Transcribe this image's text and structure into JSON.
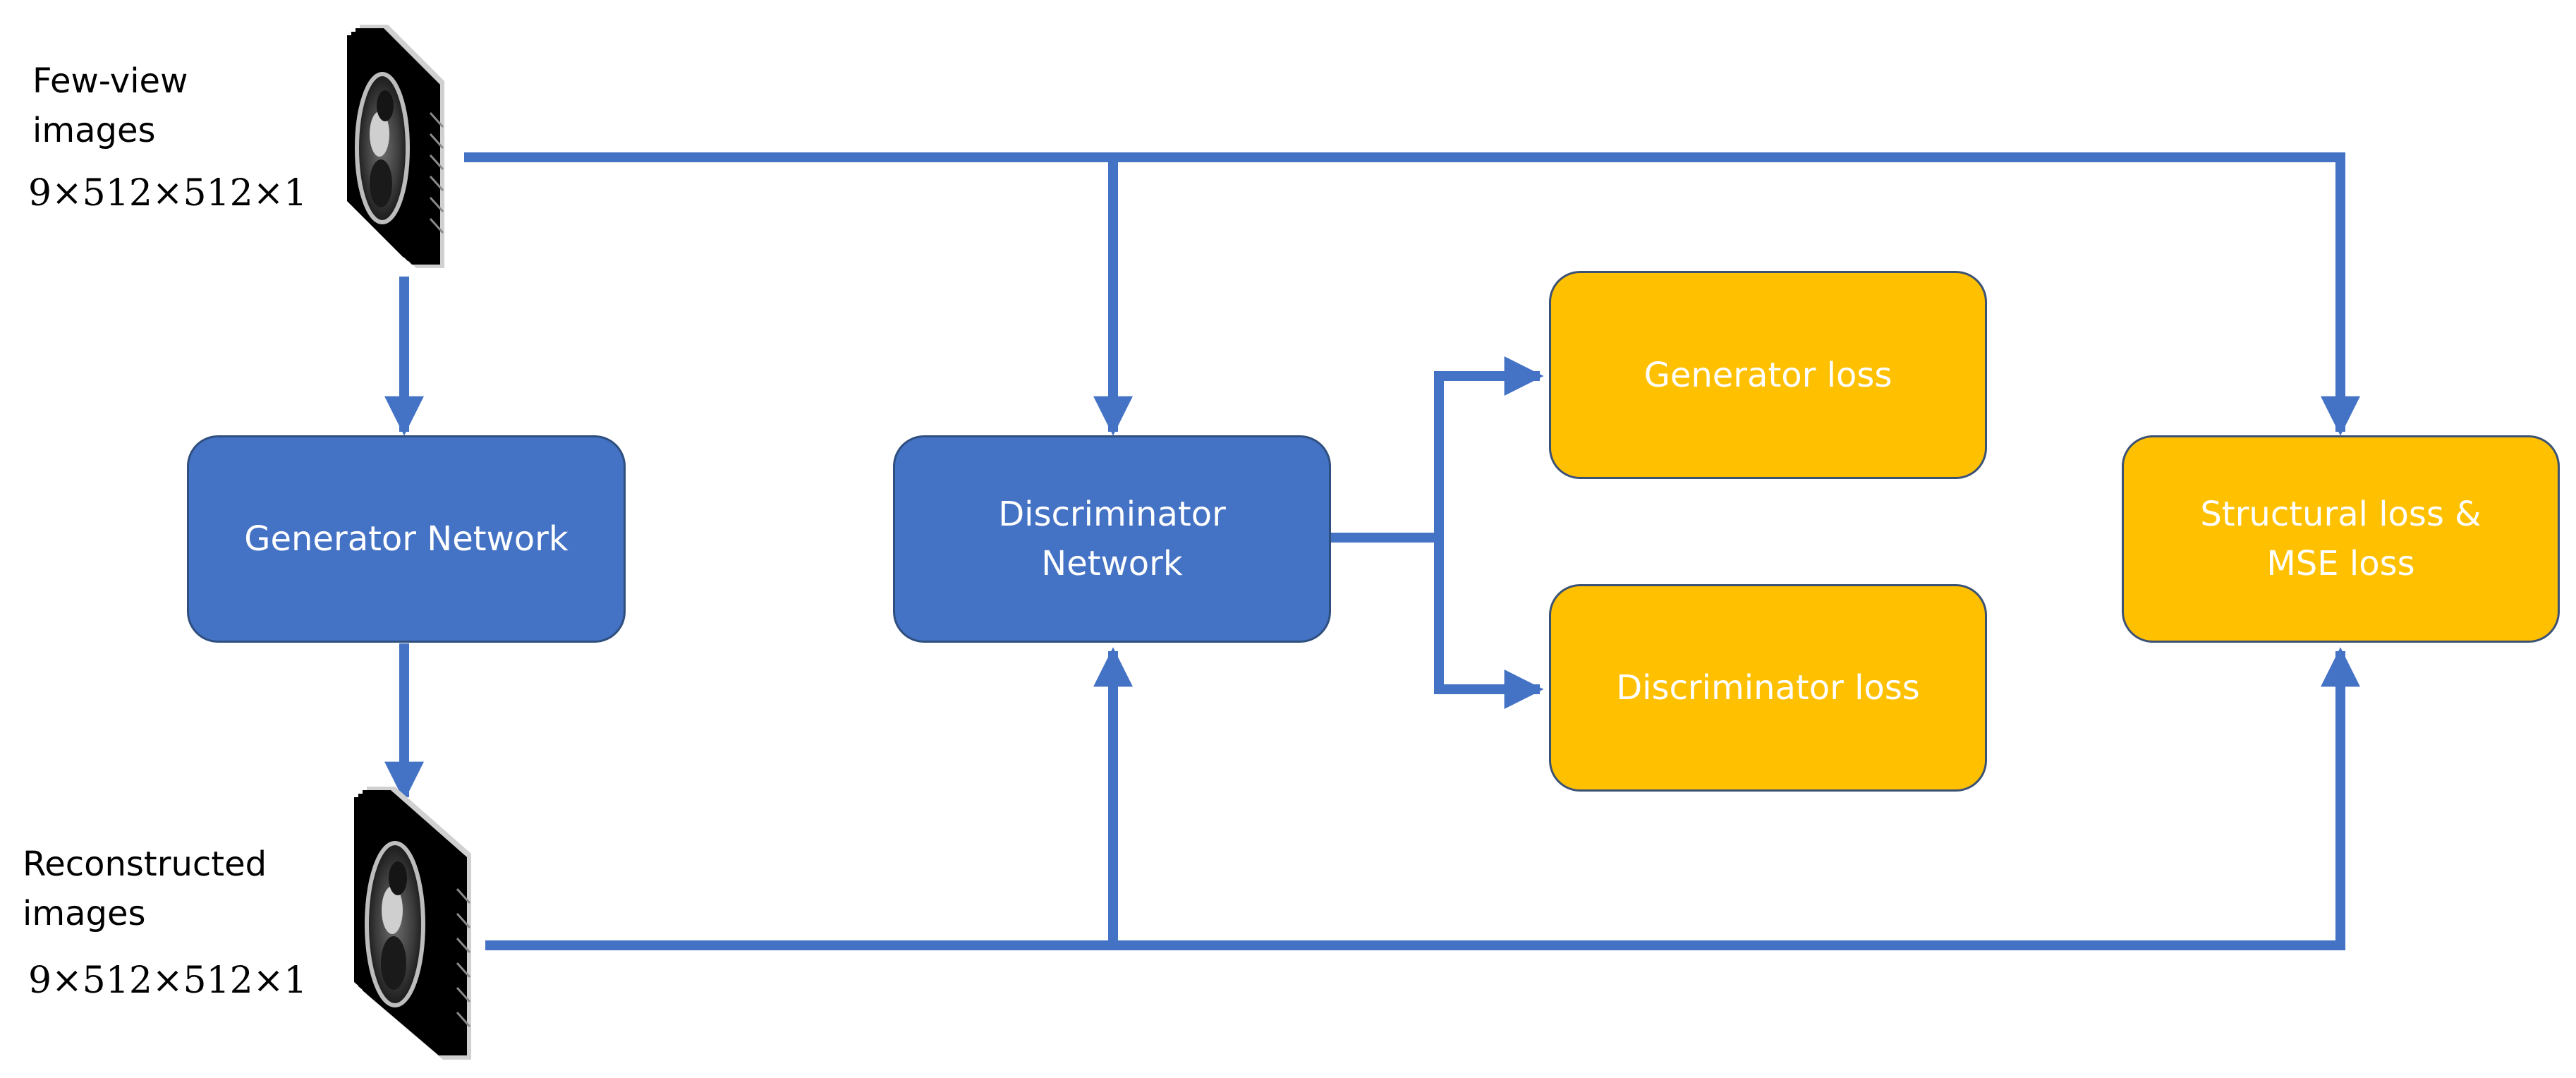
{
  "inputs": {
    "few_view": {
      "label": "Few-view\nimages",
      "dims": "9×512×512×1"
    },
    "reconstructed": {
      "label": "Reconstructed\nimages",
      "dims": "9×512×512×1"
    }
  },
  "nodes": {
    "generator": "Generator Network",
    "discriminator": "Discriminator\nNetwork",
    "generator_loss": "Generator loss",
    "discriminator_loss": "Discriminator loss",
    "structural_loss": "Structural loss &\nMSE loss"
  },
  "colors": {
    "network": "#4472c4",
    "loss": "#ffc000",
    "arrow": "#4472c4"
  },
  "icons": {
    "few_view_stack": "ct-slice-stack-icon",
    "reconstructed_stack": "ct-slice-stack-icon"
  }
}
